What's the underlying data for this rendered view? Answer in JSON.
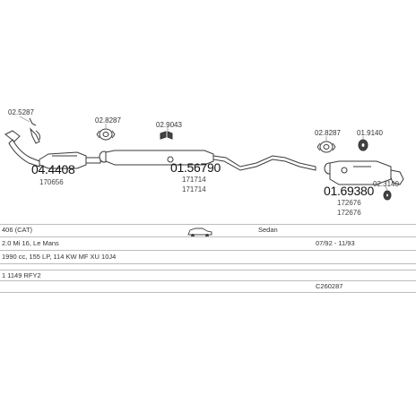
{
  "parts": {
    "clamp_front": "02.5287",
    "catalyst": "04.4408",
    "catalyst_ref": "170656",
    "gasket_front": "02.8287",
    "mount_front": "02.9043",
    "middle_pipe": "01.56790",
    "middle_ref_1": "171714",
    "middle_ref_2": "171714",
    "gasket_rear": "02.8287",
    "mount_rear": "01.9140",
    "rear_muffler": "01.69380",
    "rear_ref_1": "172676",
    "rear_ref_2": "172676",
    "mount_tail": "02.3140"
  },
  "info": {
    "model": "406 (CAT)",
    "body": "Sedan",
    "engine": "2.0 Mi 16, Le Mans",
    "years": "07/92 - 11/93",
    "spec": "1990 cc, 155 LP, 114 KW MF XU 10J4",
    "code": "1 1149 RFY2",
    "kit": "C260287"
  },
  "colors": {
    "line": "#3a3a3a",
    "fill": "#ffffff",
    "grid": "#bdbdbd"
  }
}
